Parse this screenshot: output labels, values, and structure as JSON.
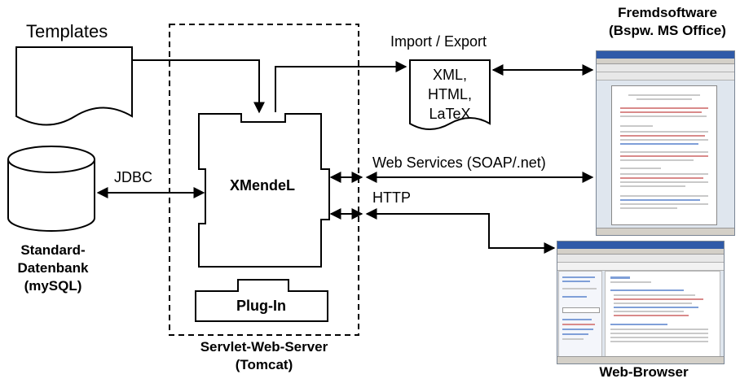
{
  "labels": {
    "templates": "Templates",
    "import_export": "Import / Export",
    "formats": [
      "XML,",
      "HTML,",
      "LaTeX"
    ],
    "foreign_software_title": "Fremdsoftware",
    "foreign_software_sub": "(Bspw. MS Office)",
    "web_services": "Web Services (SOAP/.net)",
    "http": "HTTP",
    "jdbc": "JDBC",
    "xmendel": "XMendeL",
    "plugin": "Plug-In",
    "database_lines": [
      "Standard-",
      "Datenbank",
      "(mySQL)"
    ],
    "server_lines": [
      "Servlet-Web-Server",
      "(Tomcat)"
    ],
    "web_browser": "Web-Browser"
  },
  "icons": {
    "office_screenshot": "ms-word-window-icon",
    "browser_screenshot": "web-browser-window-icon"
  },
  "colors": {
    "line": "#000000",
    "screenshot_titlebar": "#2f5aa8"
  }
}
